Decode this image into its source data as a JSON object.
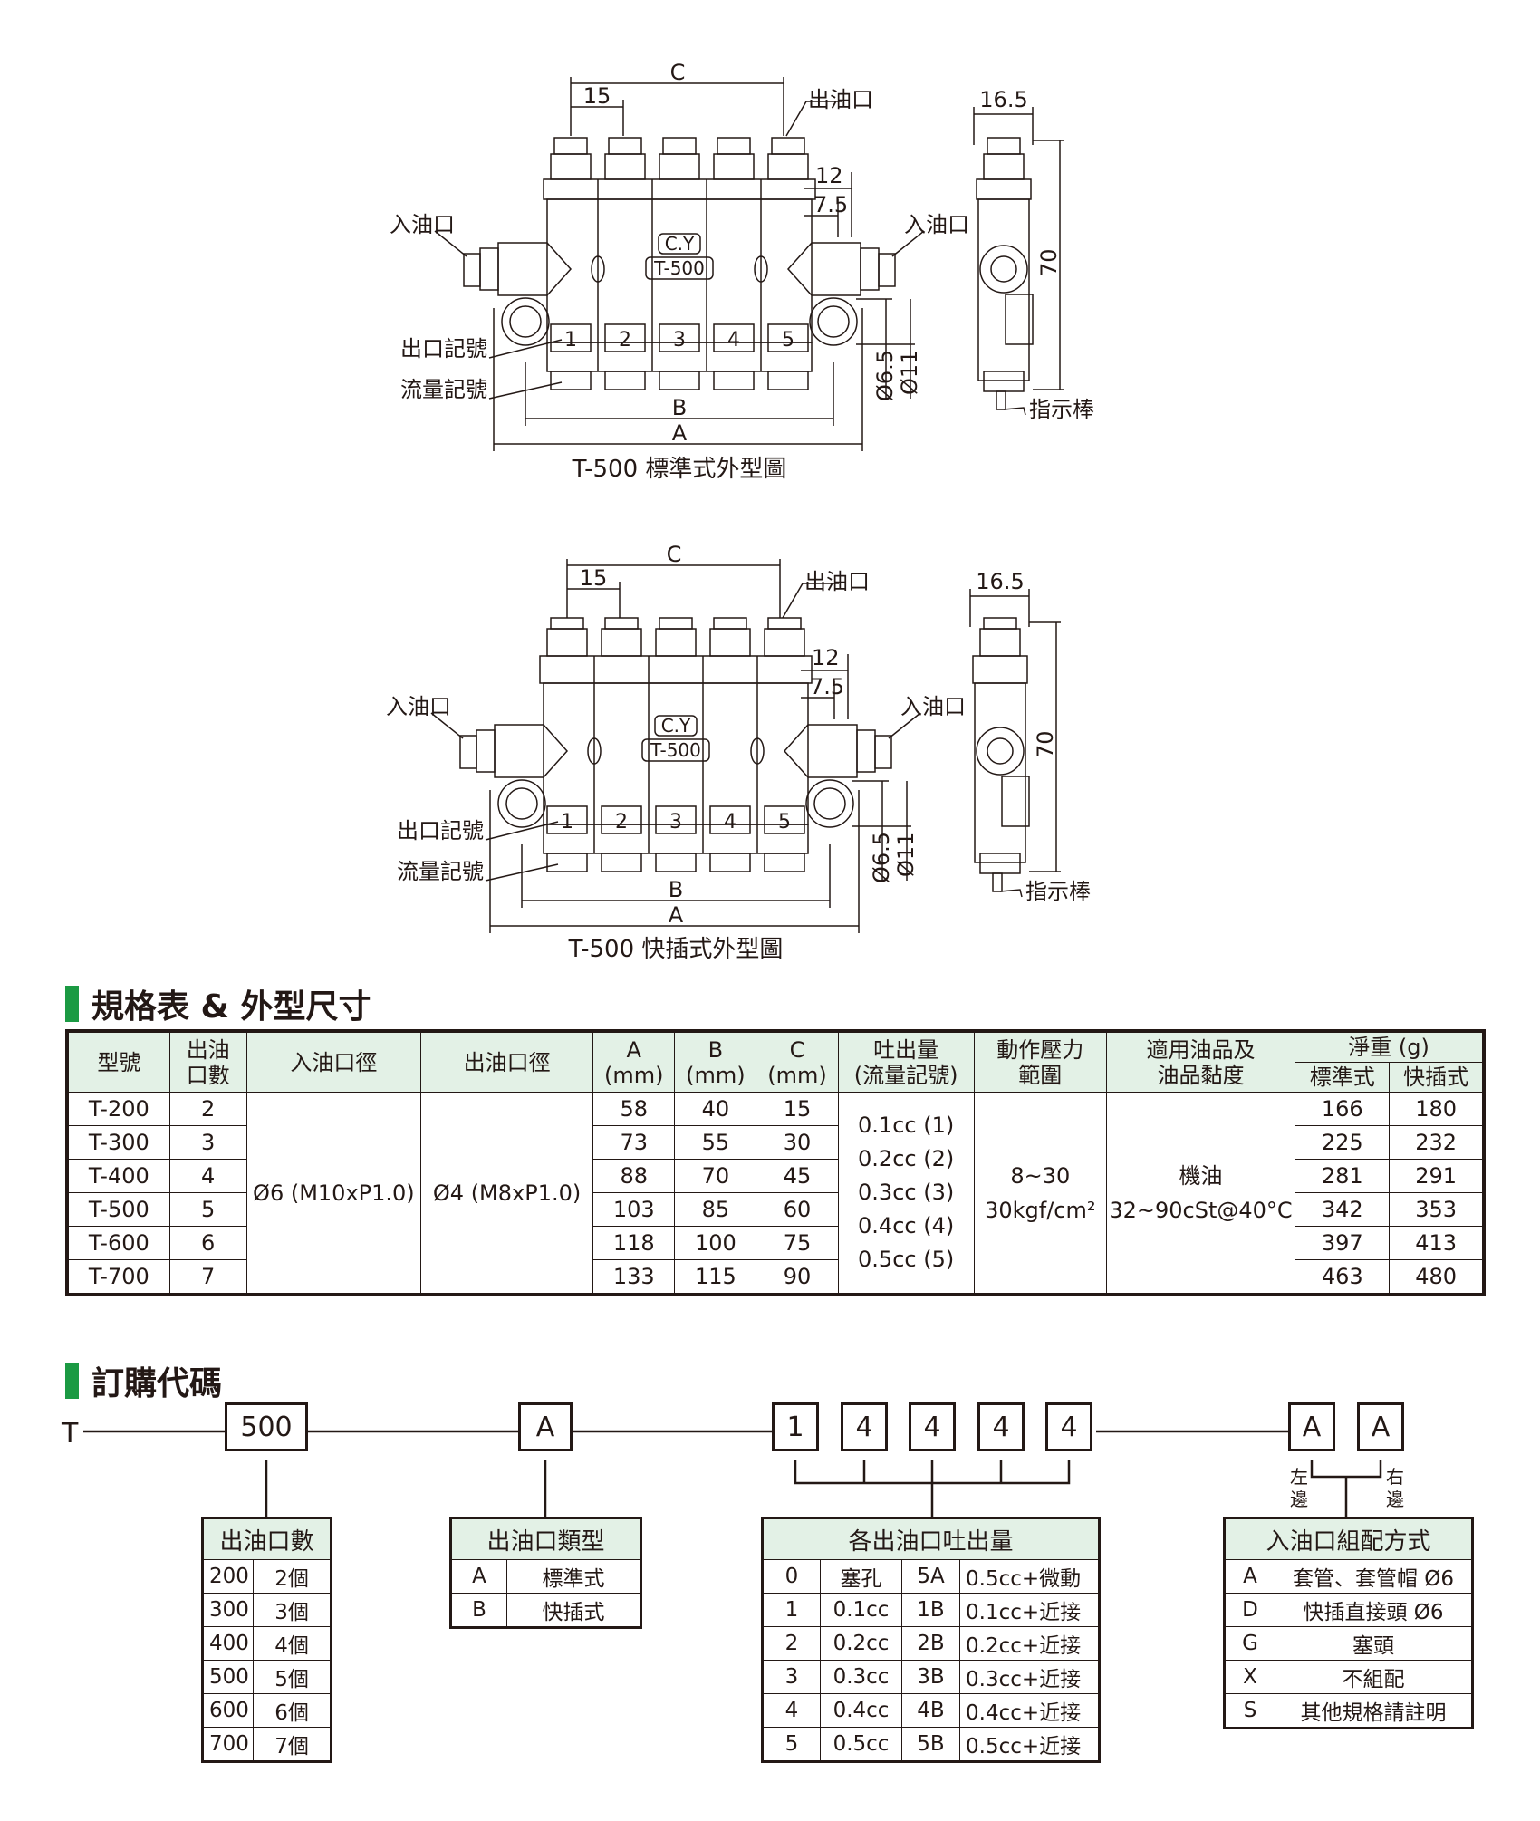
{
  "drawing_standard": {
    "caption": "T-500 標準式外型圖",
    "dims": {
      "a": "A",
      "b": "B",
      "c": "C",
      "pitch": "15",
      "d12": "12",
      "d75": "7.5",
      "d65": "Ø6.5",
      "d11": "Ø11",
      "d165": "16.5",
      "d70": "70"
    },
    "labels": {
      "outlet": "出油口",
      "inlet_left": "入油口",
      "inlet_right": "入油口",
      "outlet_mark": "出口記號",
      "flow_mark": "流量記號",
      "indicator": "指示棒"
    },
    "brand": "C.Y",
    "model": "T-500",
    "port_numbers": [
      "1",
      "2",
      "3",
      "4",
      "5"
    ]
  },
  "drawing_quick": {
    "caption": "T-500 快插式外型圖",
    "dims": {
      "a": "A",
      "b": "B",
      "c": "C",
      "pitch": "15",
      "d12": "12",
      "d75": "7.5",
      "d65": "Ø6.5",
      "d11": "Ø11",
      "d165": "16.5",
      "d70": "70"
    },
    "labels": {
      "outlet": "出油口",
      "inlet_left": "入油口",
      "inlet_right": "入油口",
      "outlet_mark": "出口記號",
      "flow_mark": "流量記號",
      "indicator": "指示棒"
    },
    "brand": "C.Y",
    "model": "T-500",
    "port_numbers": [
      "1",
      "2",
      "3",
      "4",
      "5"
    ]
  },
  "spec_section": {
    "title": "規格表 & 外型尺寸",
    "headers": {
      "model": "型號",
      "outlets_1": "出油",
      "outlets_2": "口數",
      "inlet": "入油口徑",
      "outlet": "出油口徑",
      "a_1": "A",
      "a_2": "(mm)",
      "b_1": "B",
      "b_2": "(mm)",
      "c_1": "C",
      "c_2": "(mm)",
      "discharge_1": "吐出量",
      "discharge_2": "(流量記號)",
      "pressure_1": "動作壓力",
      "pressure_2": "範圍",
      "oil_1": "適用油品及",
      "oil_2": "油品黏度",
      "weight": "淨重 (g)",
      "std": "標準式",
      "quick": "快插式"
    },
    "rows": [
      {
        "model": "T-200",
        "outlets": "2",
        "a": "58",
        "b": "40",
        "c": "15",
        "std": "166",
        "quick": "180"
      },
      {
        "model": "T-300",
        "outlets": "3",
        "a": "73",
        "b": "55",
        "c": "30",
        "std": "225",
        "quick": "232"
      },
      {
        "model": "T-400",
        "outlets": "4",
        "a": "88",
        "b": "70",
        "c": "45",
        "std": "281",
        "quick": "291"
      },
      {
        "model": "T-500",
        "outlets": "5",
        "a": "103",
        "b": "85",
        "c": "60",
        "std": "342",
        "quick": "353"
      },
      {
        "model": "T-600",
        "outlets": "6",
        "a": "118",
        "b": "100",
        "c": "75",
        "std": "397",
        "quick": "413"
      },
      {
        "model": "T-700",
        "outlets": "7",
        "a": "133",
        "b": "115",
        "c": "90",
        "std": "463",
        "quick": "480"
      }
    ],
    "inlet_value": "Ø6 (M10xP1.0)",
    "outlet_value": "Ø4 (M8xP1.0)",
    "discharge_values": [
      "0.1cc (1)",
      "0.2cc (2)",
      "0.3cc (3)",
      "0.4cc (4)",
      "0.5cc (5)"
    ],
    "pressure_value_1": "8~30",
    "pressure_value_2": "30kgf/cm²",
    "oil_value_1": "機油",
    "oil_value_2": "32~90cSt@40°C"
  },
  "order_section": {
    "title": "訂購代碼",
    "prefix": "T",
    "code_count": "500",
    "code_type": "A",
    "code_ports": [
      "1",
      "4",
      "4",
      "4",
      "4"
    ],
    "code_inlet": [
      "A",
      "A"
    ],
    "left_side": [
      "左",
      "邊"
    ],
    "right_side": [
      "右",
      "邊"
    ],
    "count_table": {
      "title": "出油口數",
      "rows": [
        [
          "200",
          "2個"
        ],
        [
          "300",
          "3個"
        ],
        [
          "400",
          "4個"
        ],
        [
          "500",
          "5個"
        ],
        [
          "600",
          "6個"
        ],
        [
          "700",
          "7個"
        ]
      ]
    },
    "type_table": {
      "title": "出油口類型",
      "rows": [
        [
          "A",
          "標準式"
        ],
        [
          "B",
          "快插式"
        ]
      ]
    },
    "discharge_table": {
      "title": "各出油口吐出量",
      "rows": [
        [
          "0",
          "塞孔",
          "5A",
          "0.5cc+微動"
        ],
        [
          "1",
          "0.1cc",
          "1B",
          "0.1cc+近接"
        ],
        [
          "2",
          "0.2cc",
          "2B",
          "0.2cc+近接"
        ],
        [
          "3",
          "0.3cc",
          "3B",
          "0.3cc+近接"
        ],
        [
          "4",
          "0.4cc",
          "4B",
          "0.4cc+近接"
        ],
        [
          "5",
          "0.5cc",
          "5B",
          "0.5cc+近接"
        ]
      ]
    },
    "inlet_table": {
      "title": "入油口組配方式",
      "rows": [
        [
          "A",
          "套管、套管帽 Ø6"
        ],
        [
          "D",
          "快插直接頭  Ø6"
        ],
        [
          "G",
          "塞頭"
        ],
        [
          "X",
          "不組配"
        ],
        [
          "S",
          "其他規格請註明"
        ]
      ]
    }
  }
}
